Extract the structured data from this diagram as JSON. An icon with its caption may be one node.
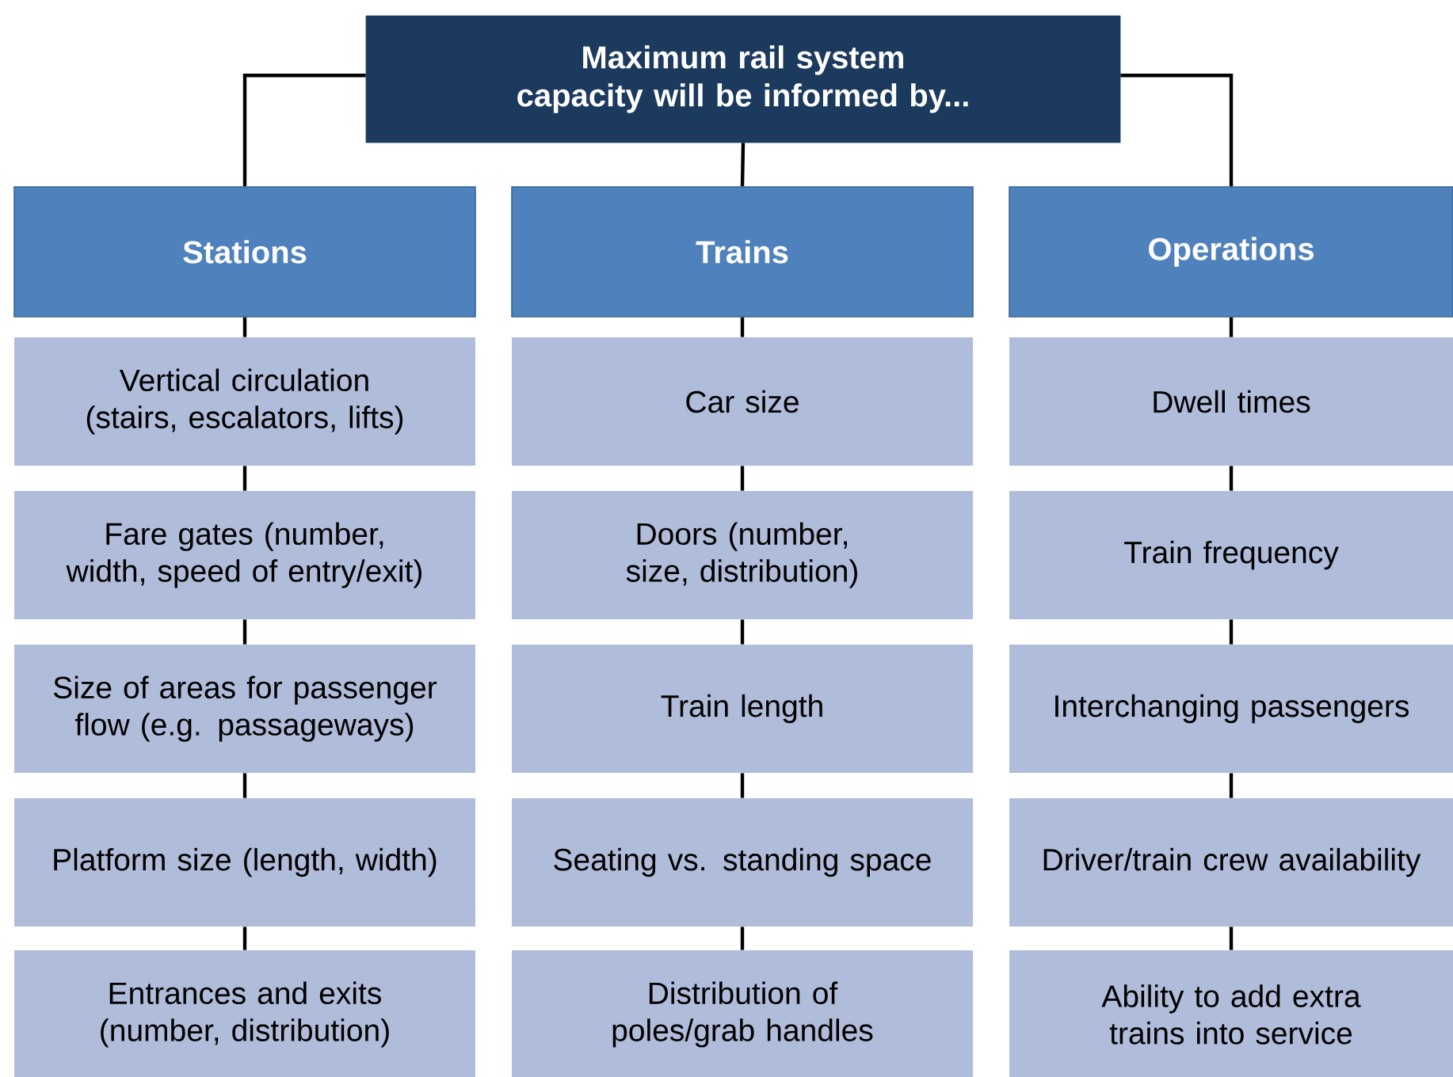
{
  "diagram": {
    "nodes": [
      {
        "text": [
          "Maximum rail system capacity will be informed by..."
        ]
      },
      {
        "text": [
          "Stations"
        ]
      },
      {
        "text": [
          "Trains"
        ]
      },
      {
        "text": [
          "Operations"
        ]
      },
      {
        "text": [
          "Vertical circulation (stairs, escalators, lifts)"
        ]
      },
      {
        "text": [
          "Fare gates (number, width, speed of entry/exit)"
        ]
      },
      {
        "text": [
          "Size of areas for passenger flow (e.g. passageways)"
        ]
      },
      {
        "text": [
          "Platform size (length, width)"
        ]
      },
      {
        "text": [
          "Entrances and exits (number, distribution)"
        ]
      },
      {
        "text": [
          "Car size"
        ]
      },
      {
        "text": [
          "Doors (number, size, distribution)"
        ]
      },
      {
        "text": [
          "Train length"
        ]
      },
      {
        "text": [
          "Seating vs. standing space"
        ]
      },
      {
        "text": [
          "Distribution of poles/grab handles"
        ]
      },
      {
        "text": [
          "Dwell times"
        ]
      },
      {
        "text": [
          "Train frequency"
        ]
      },
      {
        "text": [
          "Interchanging passengers"
        ]
      },
      {
        "text": [
          "Driver/train crew availability"
        ]
      },
      {
        "text": [
          "Ability to add extra trains into service"
        ]
      }
    ],
    "edges": [
      {
        "from": 0,
        "to": 1,
        "arrow": "none"
      },
      {
        "from": 0,
        "to": 2,
        "arrow": "none"
      },
      {
        "from": 0,
        "to": 3,
        "arrow": "none"
      },
      {
        "from": 1,
        "to": 4,
        "arrow": "none"
      },
      {
        "from": 4,
        "to": 5,
        "arrow": "none"
      },
      {
        "from": 5,
        "to": 6,
        "arrow": "none"
      },
      {
        "from": 6,
        "to": 7,
        "arrow": "none"
      },
      {
        "from": 7,
        "to": 8,
        "arrow": "none"
      },
      {
        "from": 2,
        "to": 9,
        "arrow": "none"
      },
      {
        "from": 9,
        "to": 10,
        "arrow": "none"
      },
      {
        "from": 10,
        "to": 11,
        "arrow": "none"
      },
      {
        "from": 11,
        "to": 12,
        "arrow": "none"
      },
      {
        "from": 12,
        "to": 13,
        "arrow": "none"
      },
      {
        "from": 3,
        "to": 14,
        "arrow": "none"
      },
      {
        "from": 14,
        "to": 15,
        "arrow": "none"
      },
      {
        "from": 15,
        "to": 16,
        "arrow": "none"
      },
      {
        "from": 16,
        "to": 17,
        "arrow": "none"
      },
      {
        "from": 17,
        "to": 18,
        "arrow": "none"
      }
    ]
  }
}
